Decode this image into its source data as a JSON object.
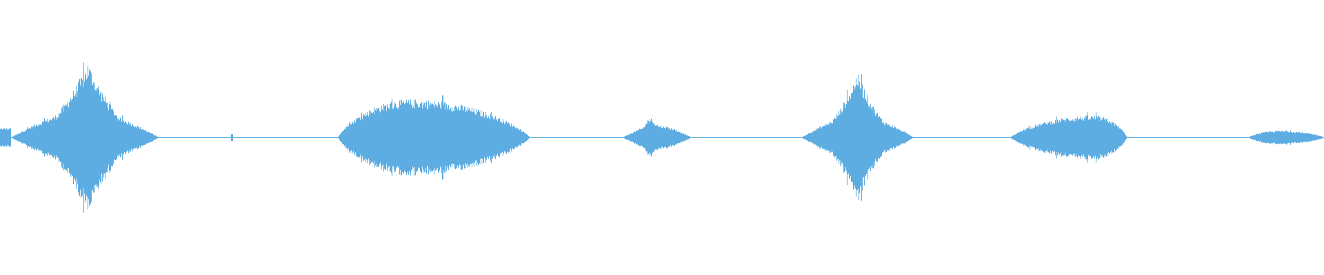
{
  "waveform": {
    "color": "#5dade2",
    "segments": [
      {
        "start": 0.0,
        "end": 0.008,
        "amp": 0.07,
        "shape": "flat"
      },
      {
        "start": 0.008,
        "end": 0.12,
        "amp": 0.55,
        "shape": "peaked",
        "peak_at": 0.52,
        "shoulder": 0.22
      },
      {
        "start": 0.17,
        "end": 0.18,
        "amp": 0.03,
        "shape": "tick"
      },
      {
        "start": 0.255,
        "end": 0.4,
        "amp": 0.28,
        "shape": "plateau",
        "peak_at": 0.38
      },
      {
        "start": 0.47,
        "end": 0.522,
        "amp": 0.15,
        "shape": "peaked",
        "peak_at": 0.4,
        "shoulder": 0.1
      },
      {
        "start": 0.605,
        "end": 0.69,
        "amp": 0.48,
        "shape": "peaked",
        "peak_at": 0.5,
        "shoulder": 0.18
      },
      {
        "start": 0.763,
        "end": 0.851,
        "amp": 0.16,
        "shape": "plateau",
        "peak_at": 0.72
      },
      {
        "start": 0.943,
        "end": 1.0,
        "amp": 0.05,
        "shape": "plateau",
        "peak_at": 0.4
      }
    ],
    "baseline_amp": 0.004
  }
}
